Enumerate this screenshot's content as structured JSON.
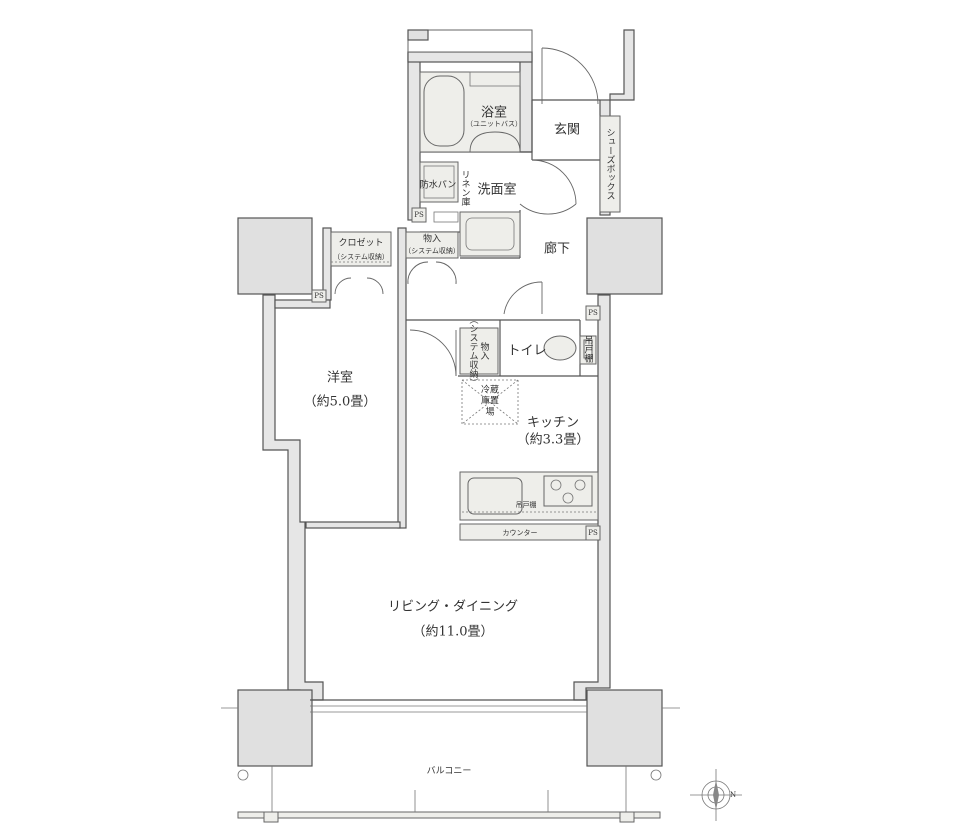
{
  "rooms": {
    "bath": "浴室",
    "bath_sub": "（ユニットバス）",
    "entrance": "玄関",
    "shoe_box": "シューズボックス",
    "washroom": "洗面室",
    "waterproof_pan": "防水パン",
    "linen": "リネン庫",
    "hallway": "廊下",
    "closet": "クロゼット",
    "closet_sub": "（システム収納）",
    "storage": "物入",
    "storage_sub": "（システム収納）",
    "storage2": "物入",
    "storage2_sub": "（システム収納）",
    "toilet": "トイレ",
    "toilet_shelf": "吊戸棚",
    "western": "洋室",
    "western_size": "（約5.0畳）",
    "kitchen": "キッチン",
    "kitchen_size": "（約3.3畳）",
    "fridge": "冷蔵庫置場",
    "kitchen_shelf": "吊戸棚",
    "counter": "カウンター",
    "living": "リビング・ダイニング",
    "living_size": "（約11.0畳）",
    "balcony": "バルコニー"
  },
  "ps_labels": [
    "PS",
    "PS",
    "PS",
    "PS"
  ],
  "compass": "N"
}
